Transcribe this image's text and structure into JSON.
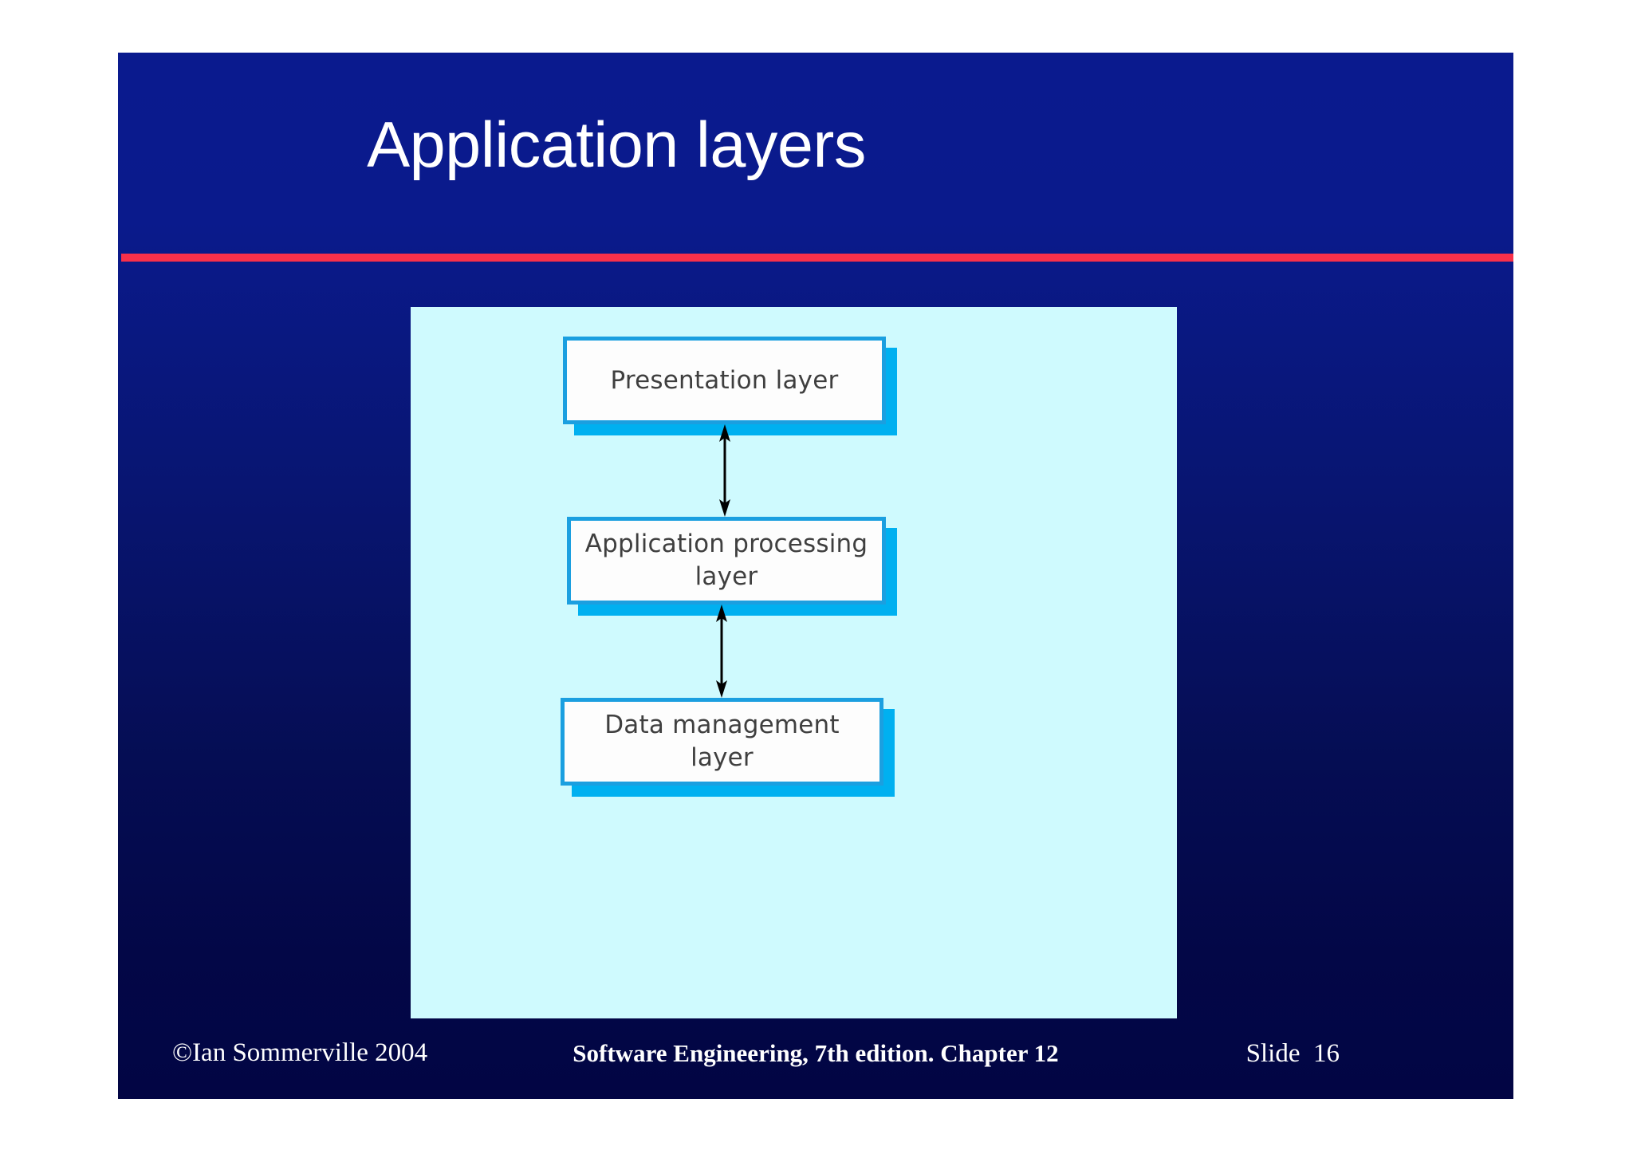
{
  "slide": {
    "title": "Application layers",
    "accent_rule_color": "#f8304a",
    "background_top_color": "#0a1a8e",
    "background_bottom_color": "#020544"
  },
  "diagram": {
    "panel_color": "#cffafe",
    "box_border_color": "#1b9fe0",
    "box_shadow_color": "#00b0f0",
    "box_fill_color": "#fdfdfd",
    "connector_color": "#000000",
    "boxes": [
      {
        "id": "presentation",
        "label": "Presentation layer"
      },
      {
        "id": "application",
        "label": "Application processing layer"
      },
      {
        "id": "data",
        "label": "Data management layer"
      }
    ],
    "connectors": [
      {
        "from": "presentation",
        "to": "application",
        "style": "double-headed-arrow"
      },
      {
        "from": "application",
        "to": "data",
        "style": "double-headed-arrow"
      }
    ]
  },
  "footer": {
    "copyright": "©Ian Sommerville 2004",
    "book": "Software Engineering, 7th edition. Chapter 12",
    "slide_number": "Slide  16"
  }
}
